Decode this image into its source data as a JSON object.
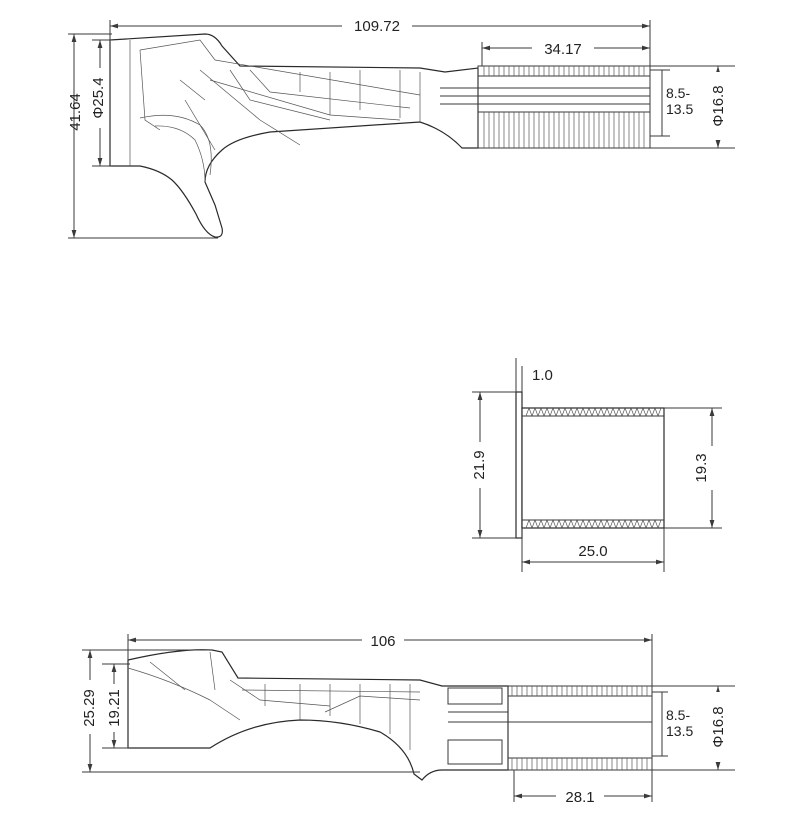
{
  "top_view": {
    "length": "109.72",
    "grip_length": "34.17",
    "height": "41.64",
    "bore_diameter": "Φ25.4",
    "range_top": "8.5-",
    "range_bottom": "13.5",
    "grip_diameter": "Φ16.8"
  },
  "sleeve_view": {
    "flange_thickness": "1.0",
    "outer_height": "21.9",
    "inner_height": "19.3",
    "length": "25.0"
  },
  "bottom_view": {
    "length": "106",
    "height_outer": "25.29",
    "height_inner": "19.21",
    "range_top": "8.5-",
    "range_bottom": "13.5",
    "grip_diameter": "Φ16.8",
    "grip_length": "28.1"
  }
}
